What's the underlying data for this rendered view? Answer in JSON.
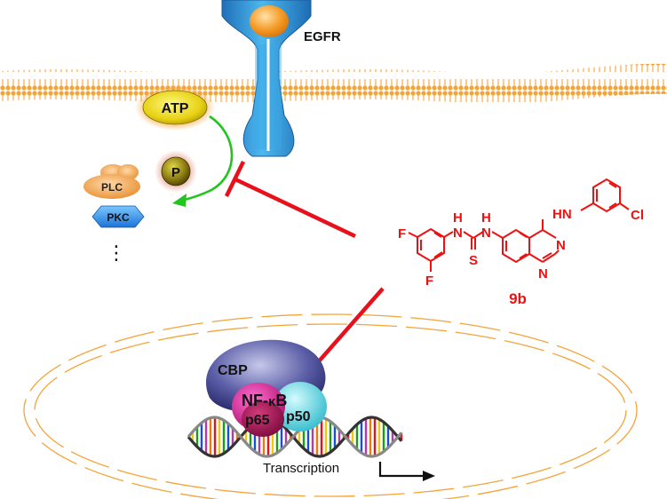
{
  "receptor": {
    "label": "EGFR"
  },
  "atp": {
    "label": "ATP"
  },
  "phosphate": {
    "label": "P"
  },
  "downstream": {
    "plc": "PLC",
    "pkc": "PKC",
    "ellipsis": "⋮"
  },
  "compound": {
    "name": "9b",
    "atoms": {
      "f1": "F",
      "f2": "F",
      "cl": "Cl",
      "nh_left": "H",
      "n_left": "N",
      "nh_right": "H",
      "n_right": "N",
      "s": "S",
      "hn_top": "HN",
      "n_ring1": "N",
      "n_ring2": "N"
    }
  },
  "nucleus": {
    "cbp": "CBP",
    "nfkb_prefix": "NF-",
    "nfkb_kappa": "κ",
    "nfkb_suffix": "B",
    "p65": "p65",
    "p50": "p50",
    "transcription": "Transcription"
  },
  "colors": {
    "inhibitor": "#e8101a",
    "activation_arrow": "#22c41e",
    "membrane": "#f5a43a",
    "receptor": "#2a9bde",
    "compound": "#ee1111"
  }
}
